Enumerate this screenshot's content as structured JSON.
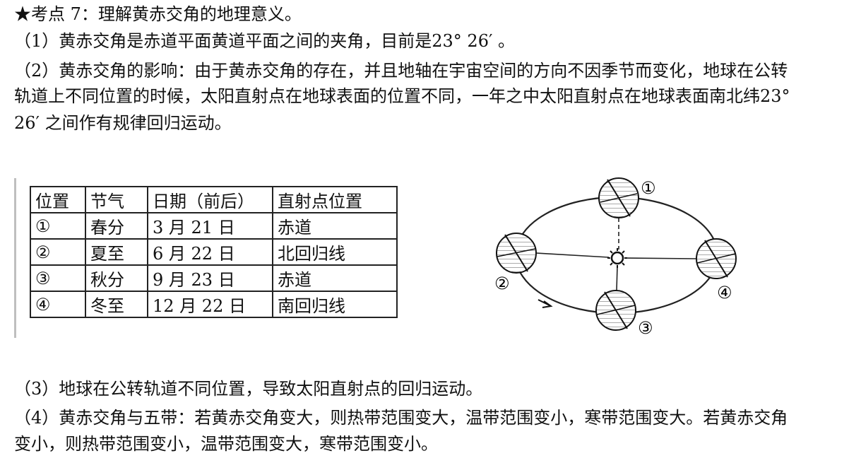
{
  "heading": "★考点 7：理解黄赤交角的地理意义。",
  "p1": "（1）黄赤交角是赤道平面黄道平面之间的夹角，目前是23° 26′ 。",
  "p2a": "（2）黄赤交角的影响：由于黄赤交角的存在，并且地轴在宇宙空间的方向不因季节而变化，地球在公转",
  "p2b": "轨道上不同位置的时候，太阳直射点在地球表面的位置不同，一年之中太阳直射点在地球表面南北纬23°",
  "p2c": "26′ 之间作有规律回归运动。",
  "p3": "（3）地球在公转轨道不同位置，导致太阳直射点的回归运动。",
  "p4a": "（4）黄赤交角与五带：若黄赤交角变大，则热带范围变大，温带范围变小，寒带范围变大。若黄赤交角",
  "p4b": "变小，则热带范围变小，温带范围变大，寒带范围变小。",
  "table": {
    "headers": [
      "位置",
      "节气",
      "日期（前后）",
      "直射点位置"
    ],
    "rows": [
      [
        "①",
        "春分",
        "3 月 21 日",
        "赤道"
      ],
      [
        "②",
        "夏至",
        "6 月 22 日",
        "北回归线"
      ],
      [
        "③",
        "秋分",
        "9 月 23 日",
        "赤道"
      ],
      [
        "④",
        "冬至",
        "12 月 22 日",
        "南回归线"
      ]
    ]
  },
  "diagram": {
    "labels": [
      "①",
      "②",
      "③",
      "④"
    ]
  }
}
